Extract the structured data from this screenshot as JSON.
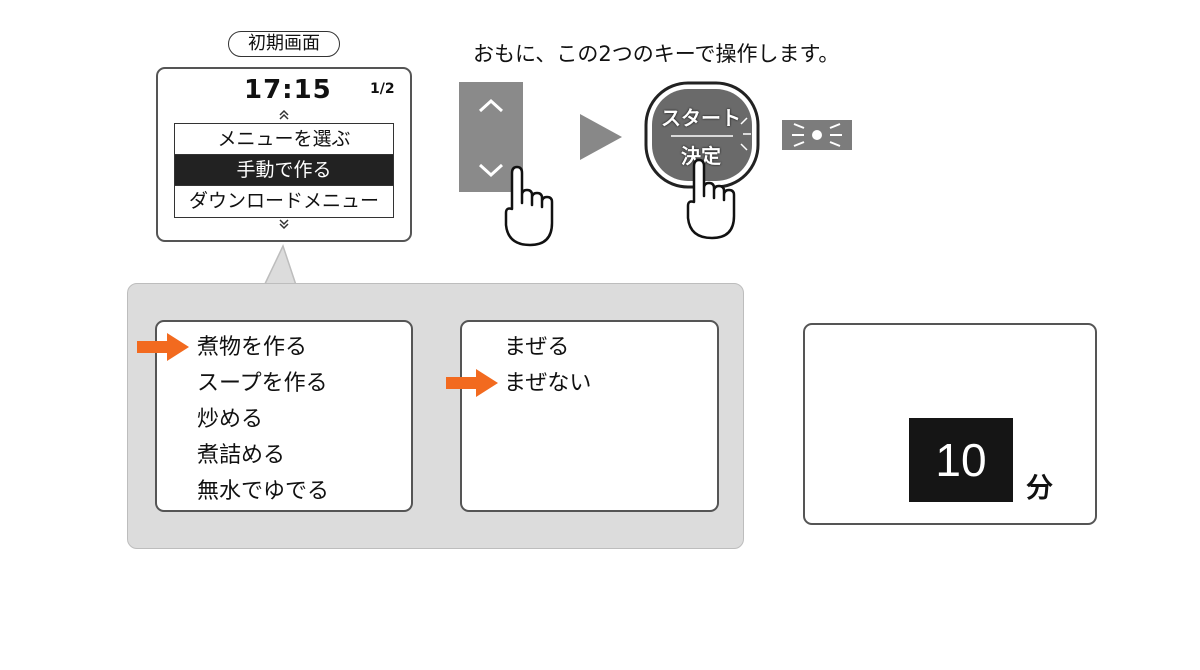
{
  "initial_screen_label": "初期画面",
  "instruction": "おもに、この2つのキーで操作します。",
  "lcd": {
    "time": "17:15",
    "page": "1/2",
    "up_mark": "≈",
    "down_mark": "≈",
    "menu_items": [
      "メニューを選ぶ",
      "手動で作る",
      "ダウンロードメニュー"
    ],
    "selected_index": 1
  },
  "keys": {
    "start_key_line1": "スタート",
    "start_key_line2": "決定"
  },
  "cooking_methods": [
    "煮物を作る",
    "スープを作る",
    "炒める",
    "煮詰める",
    "無水でゆでる"
  ],
  "stir_options": [
    "まぜる",
    "まぜない"
  ],
  "timer": {
    "value": "10",
    "unit": "分"
  },
  "colors": {
    "arrow": "#f26a1f",
    "panel": "#dcdcdc",
    "key": "#8a8a8a"
  },
  "icons": [
    "chevron-up-icon",
    "chevron-down-icon",
    "hand-pointer-icon",
    "play-triangle-icon",
    "start-button-icon",
    "light-indicator-icon",
    "orange-arrow-icon"
  ]
}
